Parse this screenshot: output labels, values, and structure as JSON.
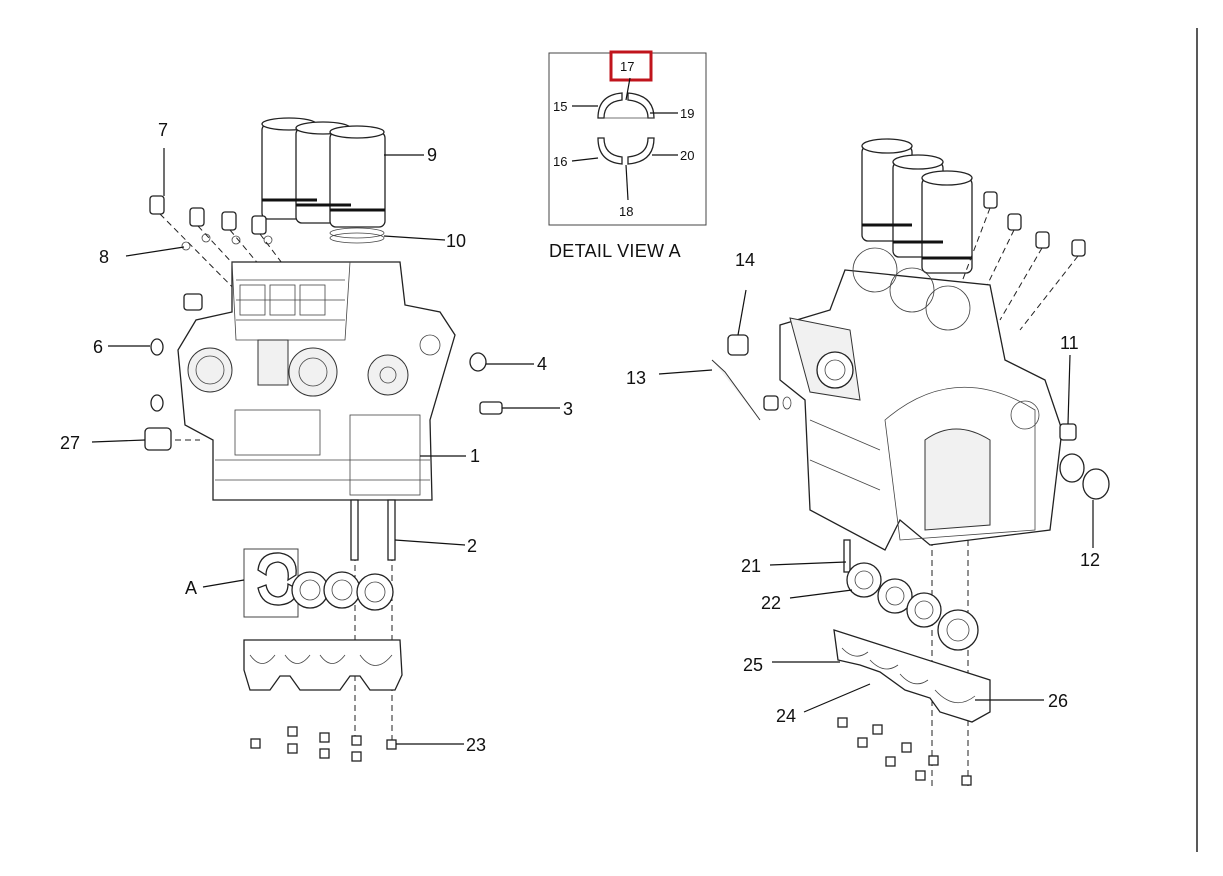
{
  "detail_view": {
    "caption": "DETAIL VIEW A",
    "highlight_color": "#c0141c",
    "labels": {
      "p15": "15",
      "p16": "16",
      "p17": "17",
      "p18": "18",
      "p19": "19",
      "p20": "20"
    }
  },
  "left_view": {
    "labels": {
      "p1": "1",
      "p2": "2",
      "p3": "3",
      "p4": "4",
      "p6": "6",
      "p7": "7",
      "p8": "8",
      "p9": "9",
      "p10": "10",
      "p23": "23",
      "p27": "27",
      "pA": "A"
    }
  },
  "right_view": {
    "labels": {
      "p11": "11",
      "p12": "12",
      "p13": "13",
      "p14": "14",
      "p21": "21",
      "p22": "22",
      "p24": "24",
      "p25": "25",
      "p26": "26"
    }
  }
}
